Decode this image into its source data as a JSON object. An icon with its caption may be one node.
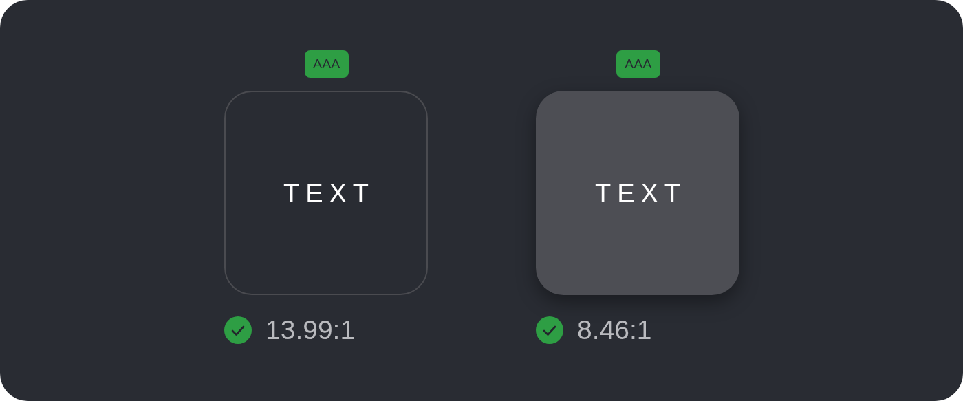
{
  "diagram": {
    "nodes": [
      {
        "text": [
          "AAA"
        ]
      },
      {
        "text": [
          "TEXT"
        ],
        "beside": [
          "13.99:1"
        ]
      },
      {
        "text": [
          "AAA"
        ]
      },
      {
        "text": [
          "TEXT"
        ],
        "beside": [
          "8.46:1"
        ]
      }
    ]
  }
}
